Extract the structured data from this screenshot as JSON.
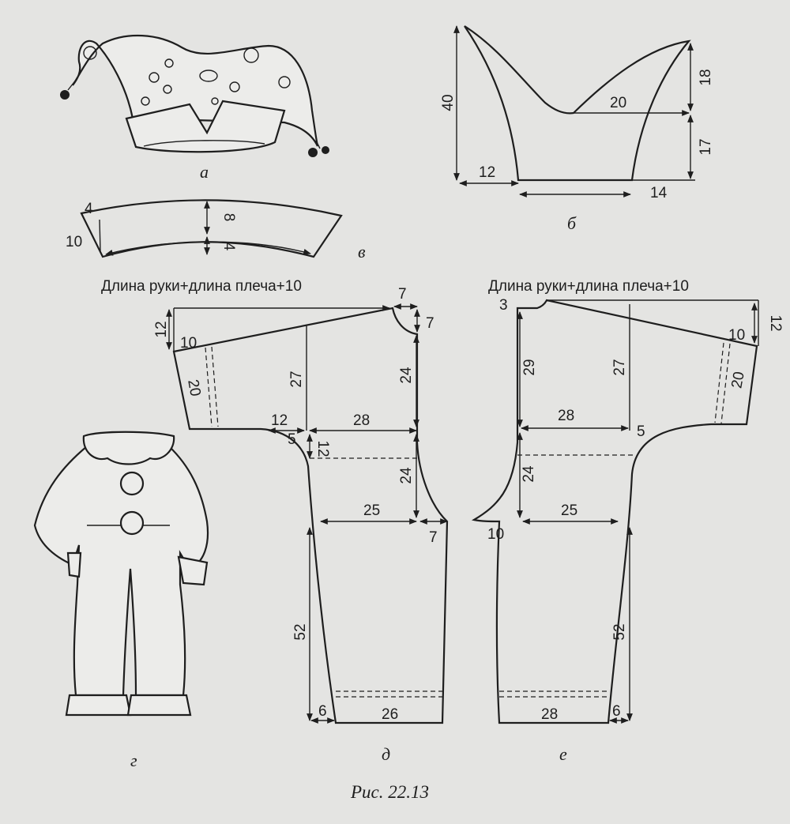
{
  "figure": {
    "caption": "Рис. 22.13",
    "panels": {
      "a": {
        "letter": "а"
      },
      "b": {
        "letter": "б",
        "dims": [
          "40",
          "12",
          "20",
          "18",
          "17",
          "14"
        ]
      },
      "v": {
        "letter": "в",
        "dims": [
          "4",
          "10",
          "8",
          "4"
        ]
      },
      "g": {
        "letter": "г"
      },
      "d": {
        "letter": "д",
        "header": "Длина руки+длина плеча+10",
        "dims": [
          "7",
          "7",
          "12",
          "10",
          "20",
          "27",
          "24",
          "12",
          "5",
          "28",
          "12",
          "24",
          "25",
          "7",
          "52",
          "6",
          "26"
        ]
      },
      "e": {
        "letter": "е",
        "header": "Длина руки+длина плеча+10",
        "dims": [
          "3",
          "12",
          "10",
          "20",
          "29",
          "27",
          "28",
          "5",
          "24",
          "25",
          "10",
          "52",
          "28",
          "6"
        ]
      }
    }
  }
}
